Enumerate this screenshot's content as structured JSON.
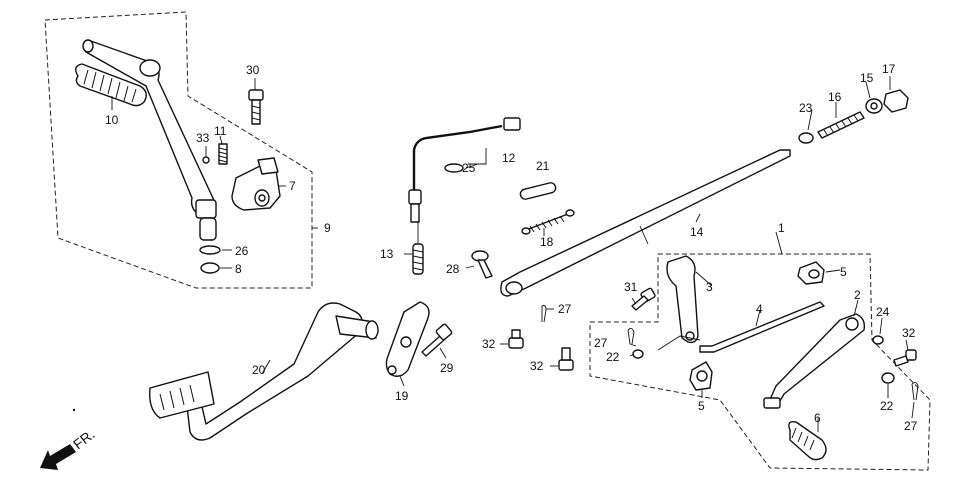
{
  "direction_label": "FR.",
  "callouts": [
    {
      "id": "c1",
      "text": "1"
    },
    {
      "id": "c2",
      "text": "2"
    },
    {
      "id": "c3",
      "text": "3"
    },
    {
      "id": "c4",
      "text": "4"
    },
    {
      "id": "c5a",
      "text": "5"
    },
    {
      "id": "c5b",
      "text": "5"
    },
    {
      "id": "c6",
      "text": "6"
    },
    {
      "id": "c7",
      "text": "7"
    },
    {
      "id": "c8",
      "text": "8"
    },
    {
      "id": "c9",
      "text": "9"
    },
    {
      "id": "c10",
      "text": "10"
    },
    {
      "id": "c11",
      "text": "11"
    },
    {
      "id": "c12",
      "text": "12"
    },
    {
      "id": "c13",
      "text": "13"
    },
    {
      "id": "c14",
      "text": "14"
    },
    {
      "id": "c15",
      "text": "15"
    },
    {
      "id": "c16",
      "text": "16"
    },
    {
      "id": "c17",
      "text": "17"
    },
    {
      "id": "c18",
      "text": "18"
    },
    {
      "id": "c19",
      "text": "19"
    },
    {
      "id": "c20",
      "text": "20"
    },
    {
      "id": "c21",
      "text": "21"
    },
    {
      "id": "c22a",
      "text": "22"
    },
    {
      "id": "c22b",
      "text": "22"
    },
    {
      "id": "c23",
      "text": "23"
    },
    {
      "id": "c24",
      "text": "24"
    },
    {
      "id": "c25",
      "text": "25"
    },
    {
      "id": "c26",
      "text": "26"
    },
    {
      "id": "c27a",
      "text": "27"
    },
    {
      "id": "c27b",
      "text": "27"
    },
    {
      "id": "c27c",
      "text": "27"
    },
    {
      "id": "c28",
      "text": "28"
    },
    {
      "id": "c29",
      "text": "29"
    },
    {
      "id": "c30",
      "text": "30"
    },
    {
      "id": "c31",
      "text": "31"
    },
    {
      "id": "c32a",
      "text": "32"
    },
    {
      "id": "c32b",
      "text": "32"
    },
    {
      "id": "c32c",
      "text": "32"
    },
    {
      "id": "c33",
      "text": "33"
    }
  ]
}
